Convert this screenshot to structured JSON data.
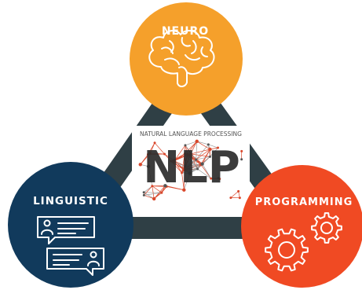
{
  "nodes": {
    "neuro": {
      "label": "NEURO",
      "color": "#f5a02b",
      "icon": "brain-icon"
    },
    "linguistic": {
      "label": "LINGUISTIC",
      "color": "#113a5c",
      "icon": "chat-bubbles-icon"
    },
    "programming": {
      "label": "PROGRAMMING",
      "color": "#f04a23",
      "icon": "gears-icon"
    }
  },
  "center": {
    "subtitle": "NATURAL LANGUAGE PROCESSING",
    "title": "NLP",
    "title_color": "#2c2c2c",
    "network_color": "#d9462a"
  },
  "triangle_color": "#2f3f45"
}
